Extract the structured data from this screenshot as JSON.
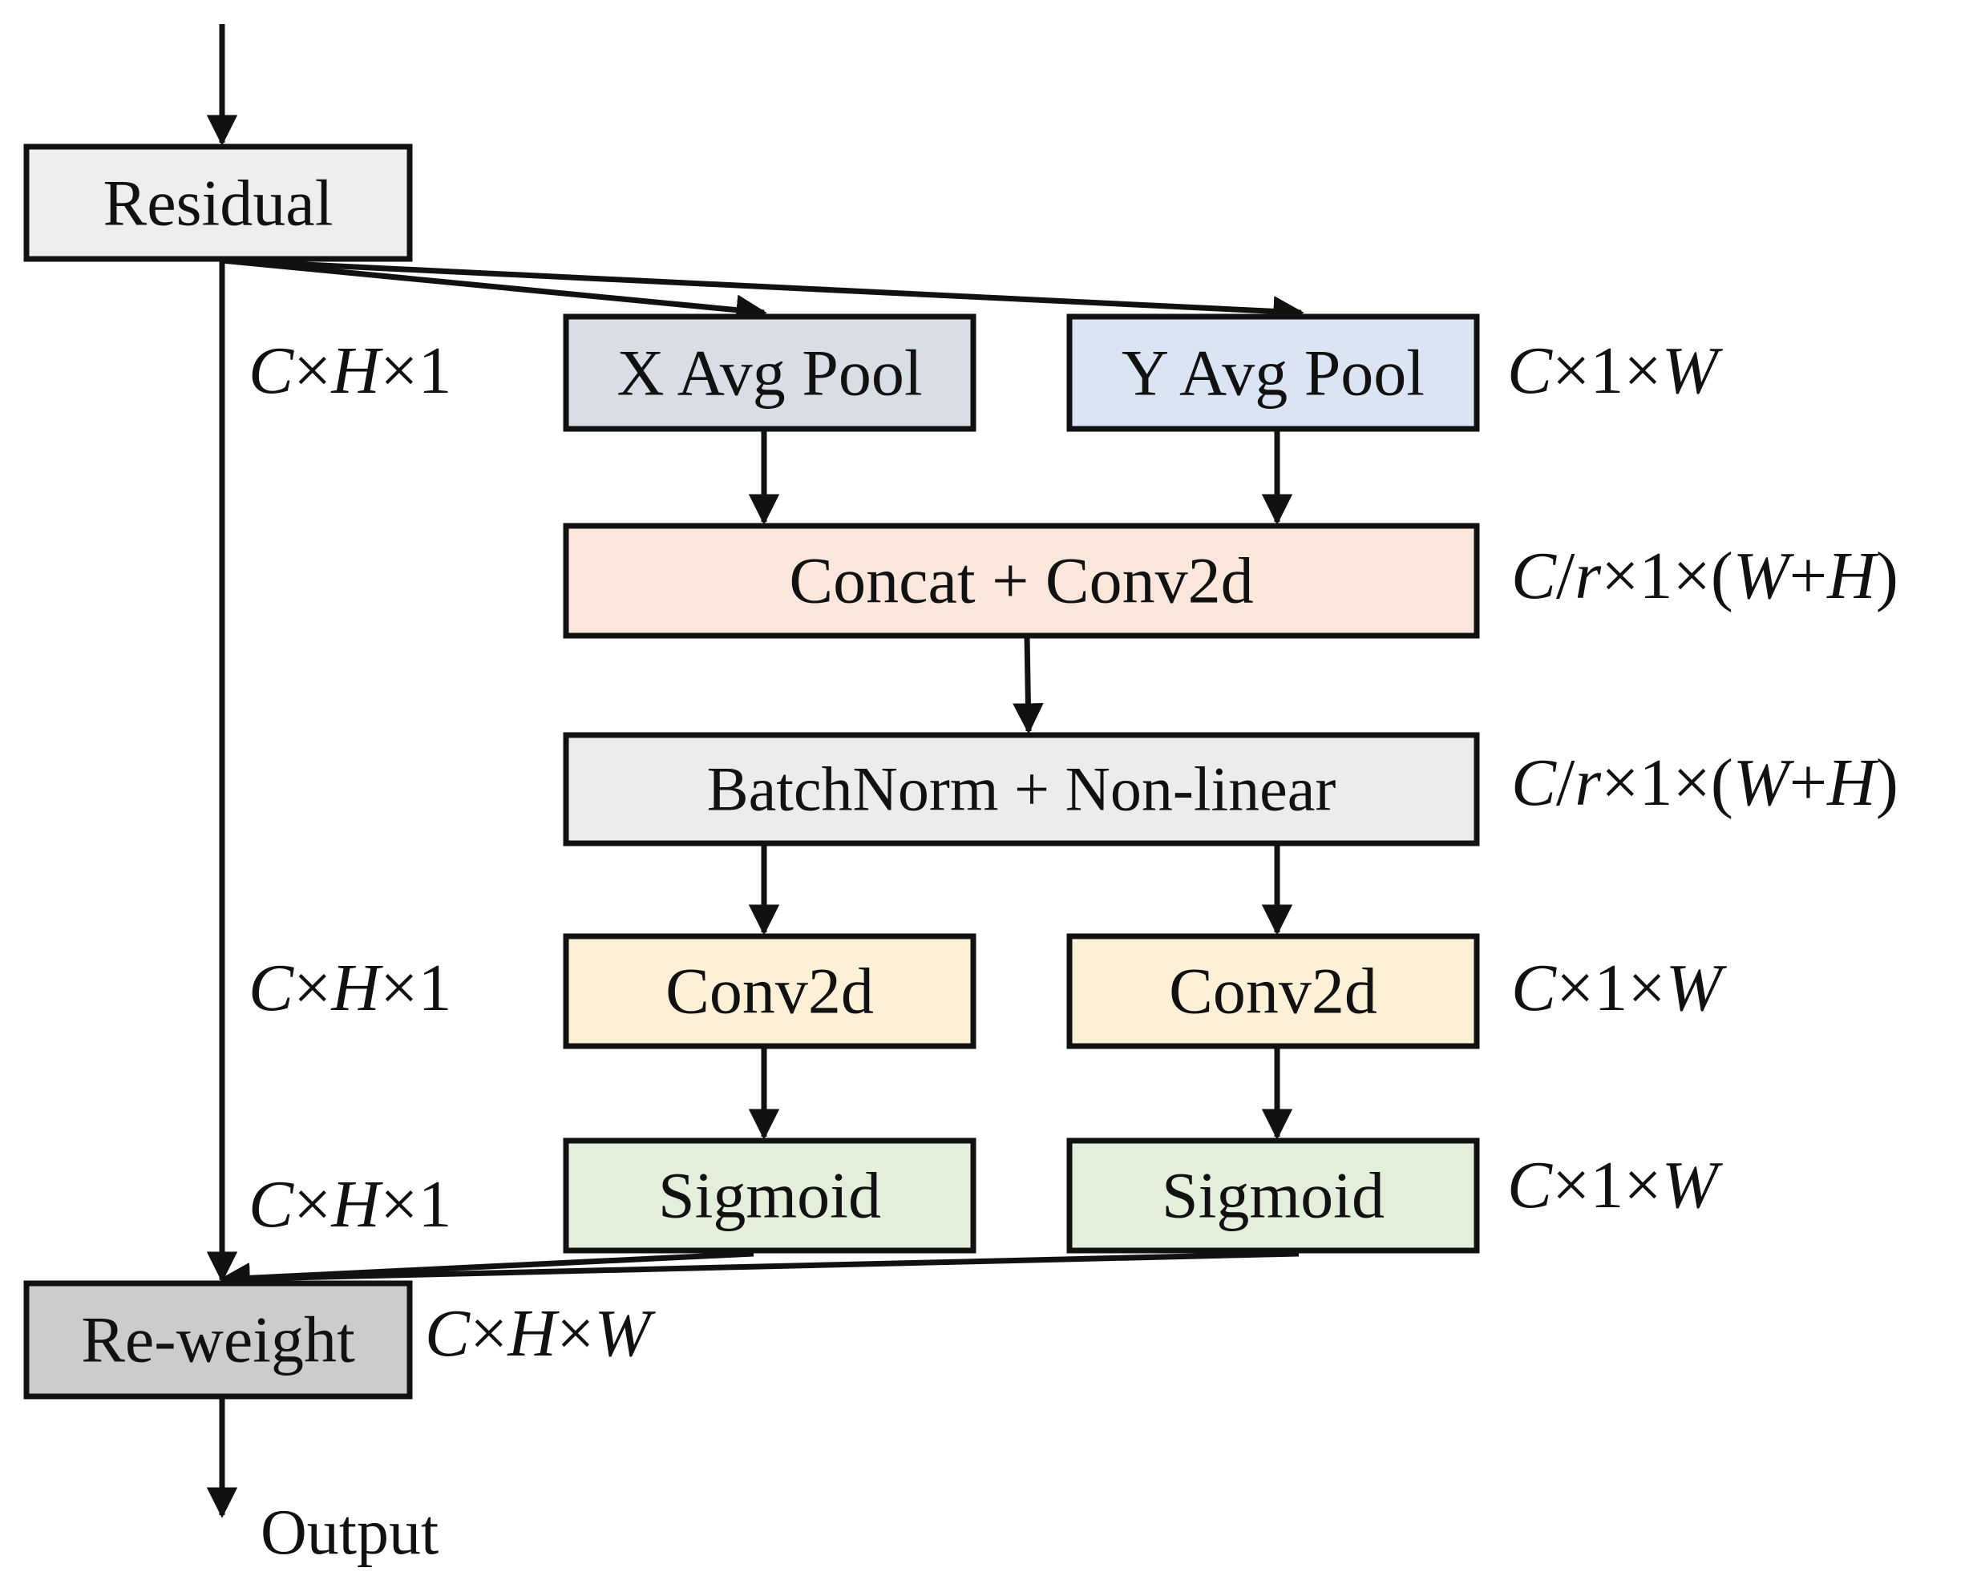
{
  "nodes": {
    "residual": {
      "label": "Residual",
      "fill": "#eeeeee"
    },
    "x_avg_pool": {
      "label": "X Avg Pool",
      "fill": "#d8dde6"
    },
    "y_avg_pool": {
      "label": "Y Avg Pool",
      "fill": "#dbe4f3"
    },
    "concat_conv": {
      "label": "Concat + Conv2d",
      "fill": "#fbe6db"
    },
    "batchnorm": {
      "label": "BatchNorm + Non-linear",
      "fill": "#ececec"
    },
    "conv_left": {
      "label": "Conv2d",
      "fill": "#fcf0d6"
    },
    "conv_right": {
      "label": "Conv2d",
      "fill": "#fcf0d6"
    },
    "sigmoid_left": {
      "label": "Sigmoid",
      "fill": "#e3eedb"
    },
    "sigmoid_right": {
      "label": "Sigmoid",
      "fill": "#e3eedb"
    },
    "reweight": {
      "label": "Re-weight",
      "fill": "#cccccc"
    }
  },
  "output_label": "Output",
  "dims": {
    "x_pool": [
      {
        "t": "C",
        "i": true
      },
      {
        "t": "×",
        "i": false
      },
      {
        "t": "H",
        "i": true
      },
      {
        "t": "×1",
        "i": false
      }
    ],
    "y_pool": [
      {
        "t": "C",
        "i": true
      },
      {
        "t": "×1×",
        "i": false
      },
      {
        "t": "W",
        "i": true
      }
    ],
    "concat": [
      {
        "t": "C",
        "i": true
      },
      {
        "t": "/",
        "i": false
      },
      {
        "t": "r",
        "i": true
      },
      {
        "t": "×1×(",
        "i": false
      },
      {
        "t": "W",
        "i": true
      },
      {
        "t": "+",
        "i": false
      },
      {
        "t": "H",
        "i": true
      },
      {
        "t": ")",
        "i": false
      }
    ],
    "batchnorm": [
      {
        "t": "C",
        "i": true
      },
      {
        "t": "/",
        "i": false
      },
      {
        "t": "r",
        "i": true
      },
      {
        "t": "×1×(",
        "i": false
      },
      {
        "t": "W",
        "i": true
      },
      {
        "t": "+",
        "i": false
      },
      {
        "t": "H",
        "i": true
      },
      {
        "t": ")",
        "i": false
      }
    ],
    "conv_left": [
      {
        "t": "C",
        "i": true
      },
      {
        "t": "×",
        "i": false
      },
      {
        "t": "H",
        "i": true
      },
      {
        "t": "×1",
        "i": false
      }
    ],
    "conv_right": [
      {
        "t": "C",
        "i": true
      },
      {
        "t": "×1×",
        "i": false
      },
      {
        "t": "W",
        "i": true
      }
    ],
    "sigmoid_left": [
      {
        "t": "C",
        "i": true
      },
      {
        "t": "×",
        "i": false
      },
      {
        "t": "H",
        "i": true
      },
      {
        "t": "×1",
        "i": false
      }
    ],
    "sigmoid_right": [
      {
        "t": "C",
        "i": true
      },
      {
        "t": "×1×",
        "i": false
      },
      {
        "t": "W",
        "i": true
      }
    ],
    "reweight": [
      {
        "t": "C",
        "i": true
      },
      {
        "t": "×",
        "i": false
      },
      {
        "t": "H",
        "i": true
      },
      {
        "t": "×",
        "i": false
      },
      {
        "t": "W",
        "i": true
      }
    ]
  }
}
